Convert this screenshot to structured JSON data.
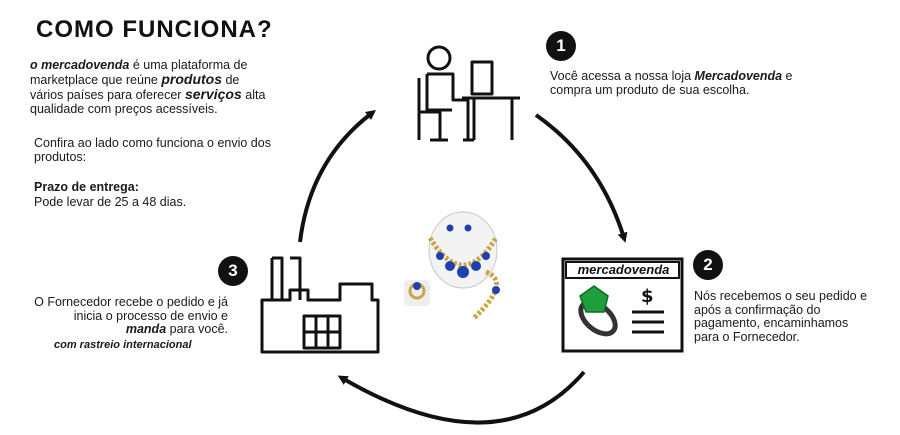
{
  "header": {
    "title": "COMO  FUNCIONA?"
  },
  "intro": {
    "brand": "o mercadovenda",
    "p1": " é uma plataforma de marketplace que reúne ",
    "produtos": "produtos",
    "p2": " de vários países para oferecer ",
    "servicos": "serviços",
    "p3": " alta qualidade com preços acessíveis."
  },
  "confira": "Confira ao lado como funciona o envio dos  produtos:",
  "prazo": {
    "label": "Prazo de entrega:",
    "value": "Pode levar de 25 a 48 dias."
  },
  "steps": [
    {
      "number": "1",
      "text_a": "Você acessa a nossa loja ",
      "brand": "Mercadovenda",
      "text_b": " e compra um produto de sua escolha."
    },
    {
      "number": "2",
      "text": "Nós recebemos o seu pedido e após a confirmação do pagamento, encaminhamos para o Fornecedor.",
      "store_label": "mercadovenda"
    },
    {
      "number": "3",
      "text_a": "O Fornecedor recebe o pedido e já inicia o processo de envio e ",
      "manda": "manda",
      "text_b": " para você.",
      "tag": "com rastreio internacional"
    }
  ],
  "icons": [
    "desk-user-icon",
    "receipt-ring-icon",
    "factory-icon",
    "jewelry-set-image",
    "cycle-arrows-icon"
  ],
  "colors": {
    "ink": "#111111",
    "gem_blue": "#1f3fb0",
    "gem_green": "#1e9e3c",
    "gold": "#c9a54a"
  }
}
